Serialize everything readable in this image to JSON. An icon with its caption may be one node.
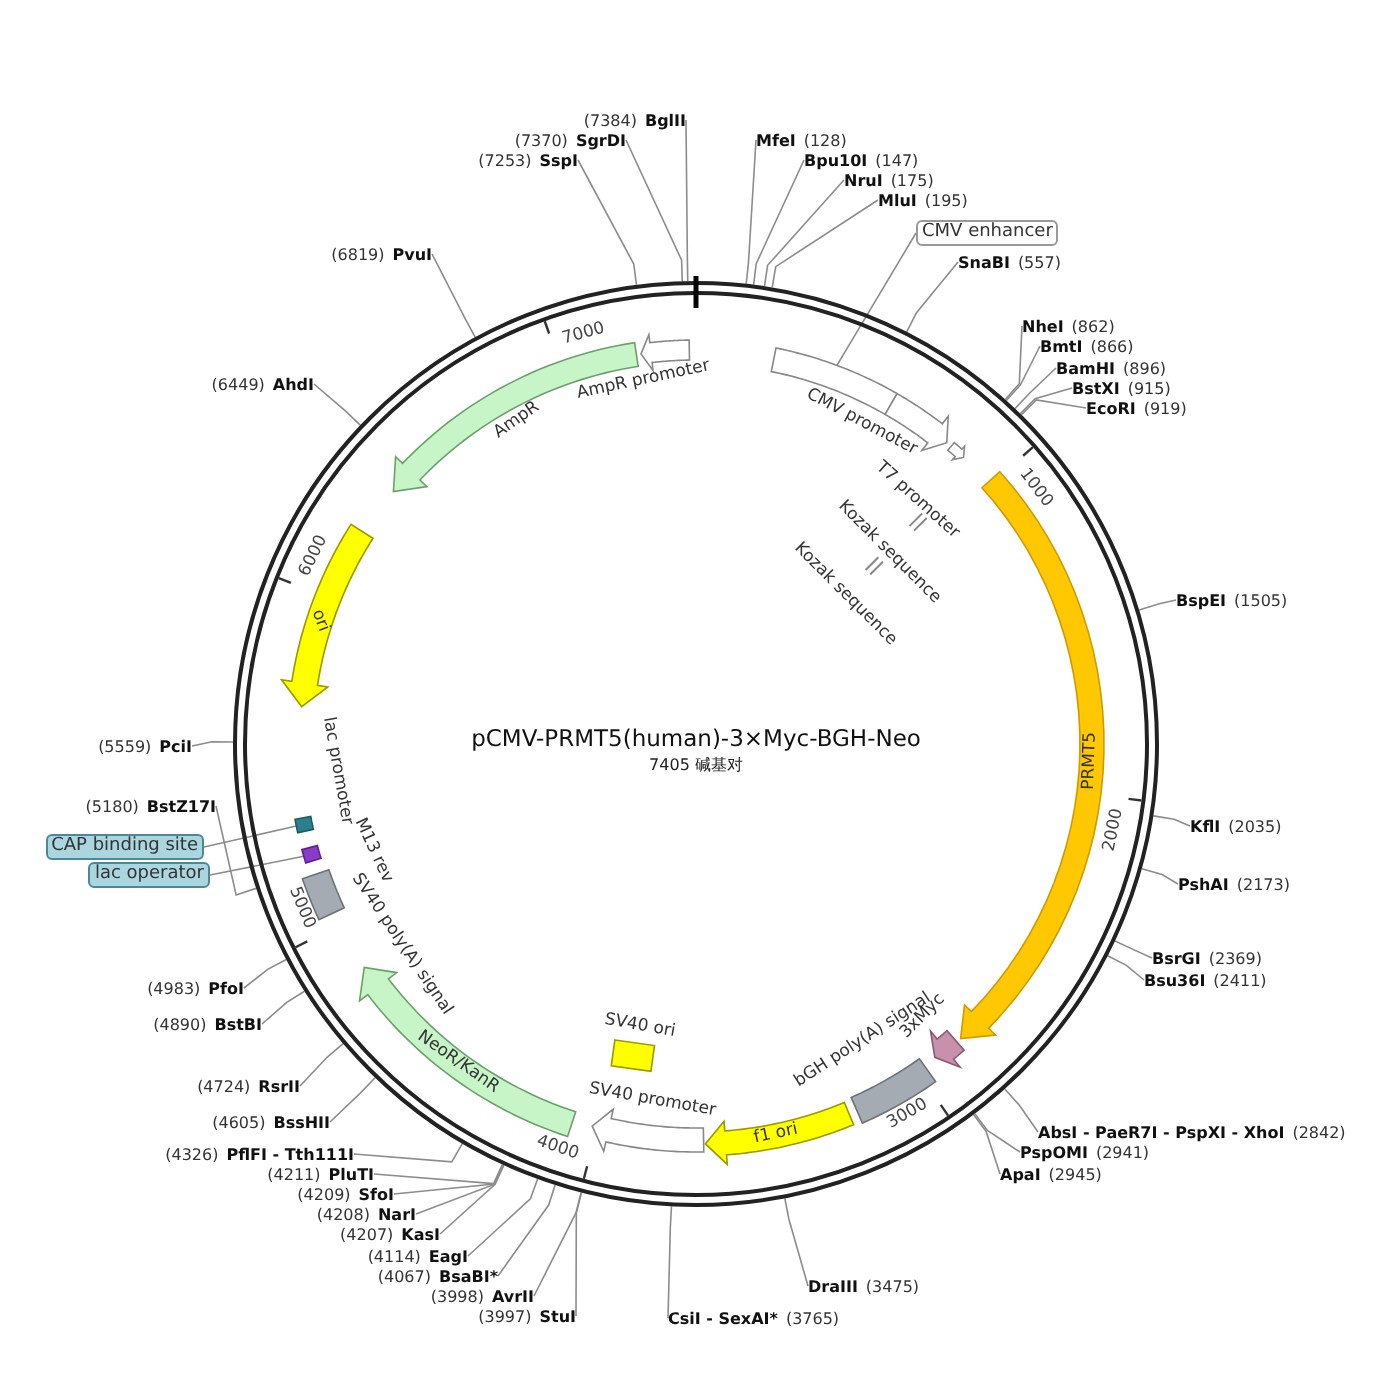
{
  "diagram": {
    "title": "pCMV-PRMT5(human)-3×Myc-BGH-Neo",
    "nodes": [
      {
        "text": [
          "CMV enhancer"
        ]
      },
      {
        "text": [],
        "shape": "box"
      },
      {
        "text": [
          "CMV promoter"
        ]
      },
      {
        "text": [
          "T7 promoter"
        ]
      },
      {
        "text": [
          "Kozak sequence"
        ]
      },
      {
        "text": [
          "Kozak sequence"
        ]
      },
      {
        "text": [
          "PRMT5"
        ]
      },
      {
        "text": [
          "3xMyc"
        ]
      },
      {
        "text": [
          "bGH poly(A) signal"
        ]
      },
      {
        "text": [
          "f1 ori"
        ]
      },
      {
        "text": [
          "SV40 promoter"
        ]
      },
      {
        "text": [
          "SV40 ori"
        ]
      },
      {
        "text": [
          "NeoR/KanR"
        ]
      },
      {
        "text": [
          "SV40 poly(A) signal"
        ]
      },
      {
        "text": [
          "CAP binding site"
        ]
      },
      {
        "text": [
          "lac operator"
        ]
      },
      {
        "text": [],
        "shape": "box"
      },
      {
        "text": [],
        "shape": "box"
      },
      {
        "text": [
          "M13 rev"
        ]
      },
      {
        "text": [
          "lac promoter"
        ]
      },
      {
        "text": [
          "ori"
        ]
      },
      {
        "text": [
          "AmpR"
        ]
      },
      {
        "text": [
          "AmpR promoter"
        ]
      },
      {
        "text": [
          "MfeI",
          "(128)"
        ]
      },
      {
        "text": [
          "Bpu10I",
          "(147)"
        ]
      },
      {
        "text": [
          "NruI",
          "(175)"
        ]
      },
      {
        "text": [
          "MluI",
          "(195)"
        ]
      },
      {
        "text": [
          "SnaBI",
          "(557)"
        ]
      },
      {
        "text": [
          "NheI",
          "(862)"
        ]
      },
      {
        "text": [
          "BmtI",
          "(866)"
        ]
      },
      {
        "text": [
          "BamHI",
          "(896)"
        ]
      },
      {
        "text": [
          "BstXI",
          "(915)"
        ]
      },
      {
        "text": [
          "EcoRI",
          "(919)"
        ]
      },
      {
        "text": [
          "BspEI",
          "(1505)"
        ]
      },
      {
        "text": [
          "KflI",
          "(2035)"
        ]
      },
      {
        "text": [
          "PshAI",
          "(2173)"
        ]
      },
      {
        "text": [
          "BsrGI",
          "(2369)"
        ]
      },
      {
        "text": [
          "Bsu36I",
          "(2411)"
        ]
      },
      {
        "text": [
          "AbsI - PaeR7I - PspXI - XhoI",
          "(2842)"
        ]
      },
      {
        "text": [
          "PspOMI",
          "(2941)"
        ]
      },
      {
        "text": [
          "ApaI",
          "(2945)"
        ]
      },
      {
        "text": [
          "DraIII",
          "(3475)"
        ]
      },
      {
        "text": [
          "CsiI - SexAI*",
          "(3765)"
        ]
      },
      {
        "text": [
          "(3997)",
          "StuI"
        ]
      },
      {
        "text": [
          "(3998)",
          "AvrII"
        ]
      },
      {
        "text": [
          "(4067)",
          "BsaBI*"
        ]
      },
      {
        "text": [
          "(4114)",
          "EagI"
        ]
      },
      {
        "text": [
          "(4207)",
          "KasI"
        ]
      },
      {
        "text": [
          "(4208)",
          "NarI"
        ]
      },
      {
        "text": [
          "(4209)",
          "SfoI"
        ]
      },
      {
        "text": [
          "(4211)",
          "PluTI"
        ]
      },
      {
        "text": [
          "(4326)",
          "PflFI - Tth111I"
        ]
      },
      {
        "text": [
          "(4605)",
          "BssHII"
        ]
      },
      {
        "text": [
          "(4724)",
          "RsrII"
        ]
      },
      {
        "text": [
          "(4890)",
          "BstBI"
        ]
      },
      {
        "text": [
          "(4983)",
          "PfoI"
        ]
      },
      {
        "text": [
          "(5180)",
          "BstZ17I"
        ]
      },
      {
        "text": [
          "(5559)",
          "PciI"
        ]
      },
      {
        "text": [
          "(6449)",
          "AhdI"
        ]
      },
      {
        "text": [
          "(6819)",
          "PvuI"
        ]
      },
      {
        "text": [
          "(7253)",
          "SspI"
        ]
      },
      {
        "text": [
          "(7370)",
          "SgrDI"
        ]
      },
      {
        "text": [
          "(7384)",
          "BglII"
        ]
      }
    ],
    "edges": [
      {
        "from": 0,
        "to": 1,
        "arrow": "none"
      },
      {
        "from": 14,
        "to": 16,
        "arrow": "none"
      },
      {
        "from": 15,
        "to": 17,
        "arrow": "none"
      },
      {
        "from": 23,
        "to": null,
        "arrow": "none"
      },
      {
        "from": 24,
        "to": null,
        "arrow": "none"
      },
      {
        "from": 25,
        "to": null,
        "arrow": "none"
      },
      {
        "from": 26,
        "to": null,
        "arrow": "none"
      },
      {
        "from": 27,
        "to": null,
        "arrow": "none"
      },
      {
        "from": 28,
        "to": null,
        "arrow": "none"
      },
      {
        "from": 29,
        "to": null,
        "arrow": "none"
      },
      {
        "from": 30,
        "to": null,
        "arrow": "none"
      },
      {
        "from": 31,
        "to": null,
        "arrow": "none"
      },
      {
        "from": 32,
        "to": null,
        "arrow": "none"
      },
      {
        "from": 33,
        "to": null,
        "arrow": "none"
      },
      {
        "from": 34,
        "to": null,
        "arrow": "none"
      },
      {
        "from": 35,
        "to": null,
        "arrow": "none"
      },
      {
        "from": 36,
        "to": null,
        "arrow": "none"
      },
      {
        "from": 37,
        "to": null,
        "arrow": "none"
      },
      {
        "from": 38,
        "to": null,
        "arrow": "none"
      },
      {
        "from": 39,
        "to": null,
        "arrow": "none"
      },
      {
        "from": 40,
        "to": null,
        "arrow": "none"
      },
      {
        "from": 41,
        "to": null,
        "arrow": "none"
      },
      {
        "from": 42,
        "to": null,
        "arrow": "none"
      },
      {
        "from": 43,
        "to": null,
        "arrow": "none"
      },
      {
        "from": 44,
        "to": null,
        "arrow": "none"
      },
      {
        "from": 45,
        "to": null,
        "arrow": "none"
      },
      {
        "from": 46,
        "to": null,
        "arrow": "none"
      },
      {
        "from": 47,
        "to": null,
        "arrow": "none"
      },
      {
        "from": 48,
        "to": null,
        "arrow": "none"
      },
      {
        "from": 49,
        "to": null,
        "arrow": "none"
      },
      {
        "from": 50,
        "to": null,
        "arrow": "none"
      },
      {
        "from": 51,
        "to": null,
        "arrow": "none"
      },
      {
        "from": 52,
        "to": null,
        "arrow": "none"
      },
      {
        "from": 53,
        "to": null,
        "arrow": "none"
      },
      {
        "from": 54,
        "to": null,
        "arrow": "none"
      },
      {
        "from": 55,
        "to": null,
        "arrow": "none"
      },
      {
        "from": 56,
        "to": null,
        "arrow": "none"
      },
      {
        "from": 57,
        "to": null,
        "arrow": "none"
      },
      {
        "from": 58,
        "to": null,
        "arrow": "none"
      },
      {
        "from": 59,
        "to": null,
        "arrow": "none"
      },
      {
        "from": 60,
        "to": null,
        "arrow": "none"
      },
      {
        "from": 61,
        "to": null,
        "arrow": "none"
      },
      {
        "from": 62,
        "to": null,
        "arrow": "none"
      }
    ],
    "labels": [
      "7405 碱基对",
      "1000",
      "2000",
      "3000",
      "4000",
      "5000",
      "6000",
      "7000"
    ]
  }
}
